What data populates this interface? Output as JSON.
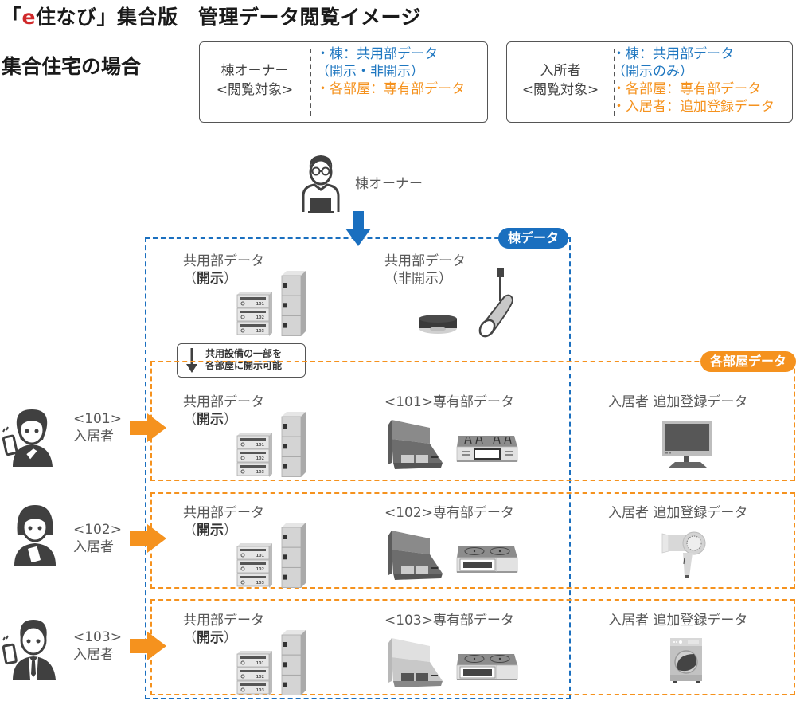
{
  "title": {
    "bracket_open": "「",
    "brand_e": "e",
    "brand_rest": "住なび",
    "bracket_close": "」",
    "suffix": "集合版　管理データ閲覧イメージ"
  },
  "subtitle": "集合住宅の場合",
  "legend": [
    {
      "role_line1": "棟オーナー",
      "role_line2": "<閲覧対象>",
      "items": [
        {
          "text": "・棟：共用部データ",
          "color": "#1f77c0"
        },
        {
          "text": "（開示・非開示）",
          "color": "#1f77c0"
        },
        {
          "text": "・各部屋：専有部データ",
          "color": "#f5921e"
        }
      ]
    },
    {
      "role_line1": "入所者",
      "role_line2": "<閲覧対象>",
      "items": [
        {
          "text": "・棟：共用部データ",
          "color": "#1f77c0"
        },
        {
          "text": "（開示のみ）",
          "color": "#1f77c0"
        },
        {
          "text": "・各部屋：専有部データ",
          "color": "#f5921e"
        },
        {
          "text": "・入居者：追加登録データ",
          "color": "#f5921e"
        }
      ]
    }
  ],
  "owner": {
    "label": "棟オーナー",
    "icon": "owner-with-laptop-icon"
  },
  "building_data": {
    "badge": "棟データ",
    "color": "#1a6fbf",
    "shared_open": {
      "line1": "共用部データ",
      "line2_open": "（",
      "line2_bold": "開示",
      "line2_close": "）"
    },
    "shared_closed": {
      "line1": "共用部データ",
      "line2": "（非開示）"
    },
    "note": {
      "line1": "共用設備の一部を",
      "line2": "各部屋に開示可能"
    }
  },
  "room_data": {
    "badge": "各部屋データ",
    "color": "#f5921e"
  },
  "rooms": [
    {
      "number": "<101>",
      "resident_label": "入居者",
      "shared": {
        "line1": "共用部データ",
        "line2_open": "（",
        "line2_bold": "開示",
        "line2_close": "）"
      },
      "private_label": "<101>専有部データ",
      "extra_label": "入居者 追加登録データ",
      "extra_icon": "tv-icon",
      "cooktop": "gas-stove-icon",
      "resident_icon": "female-resident-phone-icon"
    },
    {
      "number": "<102>",
      "resident_label": "入居者",
      "shared": {
        "line1": "共用部データ",
        "line2_open": "（",
        "line2_bold": "開示",
        "line2_close": "）"
      },
      "private_label": "<102>専有部データ",
      "extra_label": "入居者 追加登録データ",
      "extra_icon": "hair-dryer-icon",
      "cooktop": "ih-stove-icon",
      "resident_icon": "female-resident-phone-icon"
    },
    {
      "number": "<103>",
      "resident_label": "入居者",
      "shared": {
        "line1": "共用部データ",
        "line2_open": "（",
        "line2_bold": "開示",
        "line2_close": "）"
      },
      "private_label": "<103>専有部データ",
      "extra_label": "入居者 追加登録データ",
      "extra_icon": "washing-machine-icon",
      "cooktop": "ih-stove-icon",
      "resident_icon": "male-resident-phone-icon"
    }
  ],
  "mailbox_numbers": [
    "101",
    "102",
    "103"
  ],
  "colors": {
    "brand_red": "#d0292a",
    "blue": "#1f77c0",
    "orange": "#f5921e",
    "text_gray": "#595959"
  }
}
